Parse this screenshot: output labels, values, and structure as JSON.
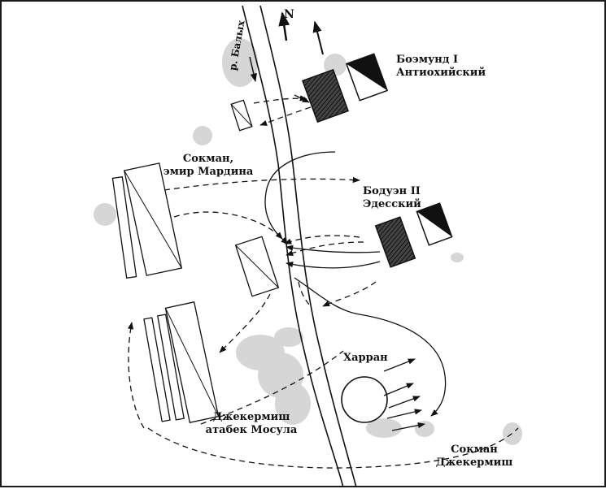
{
  "compass": "N",
  "river": "р. Балых",
  "labels": {
    "bohemond": [
      "Боэмунд I",
      "Антиохийский"
    ],
    "sokman_top": [
      "Сокман,",
      "эмир Мардина"
    ],
    "baldwin": [
      "Бодуэн II",
      "Эдесский"
    ],
    "harran": "Харран",
    "jekermish": [
      "Джекермиш",
      "атабек Мосула"
    ],
    "retreat": [
      "Сокман",
      "Джекермиш"
    ]
  },
  "colors": {
    "ink": "#111111",
    "terrain": "#cfcfcf",
    "frame": "#1a1a1a"
  }
}
